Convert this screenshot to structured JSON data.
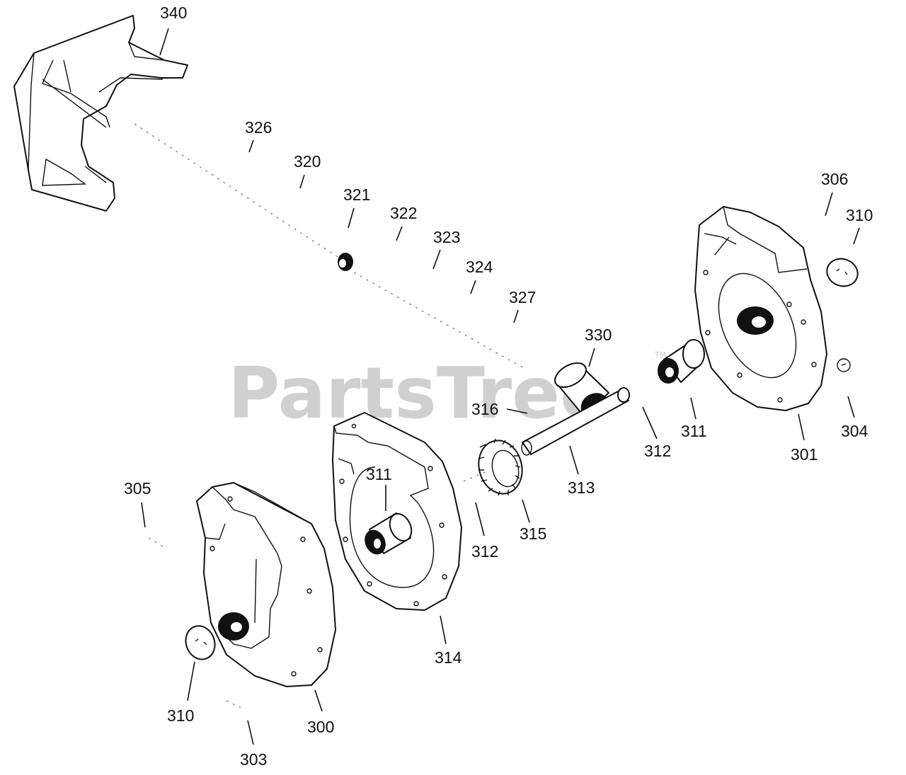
{
  "watermark": {
    "text": "PartsTree",
    "mark": "TM"
  },
  "labels": [
    "340",
    "326",
    "320",
    "321",
    "322",
    "323",
    "324",
    "327",
    "330",
    "316",
    "312",
    "311",
    "313",
    "315",
    "314",
    "312",
    "311",
    "301",
    "304",
    "306",
    "310",
    "305",
    "310",
    "303",
    "300"
  ]
}
